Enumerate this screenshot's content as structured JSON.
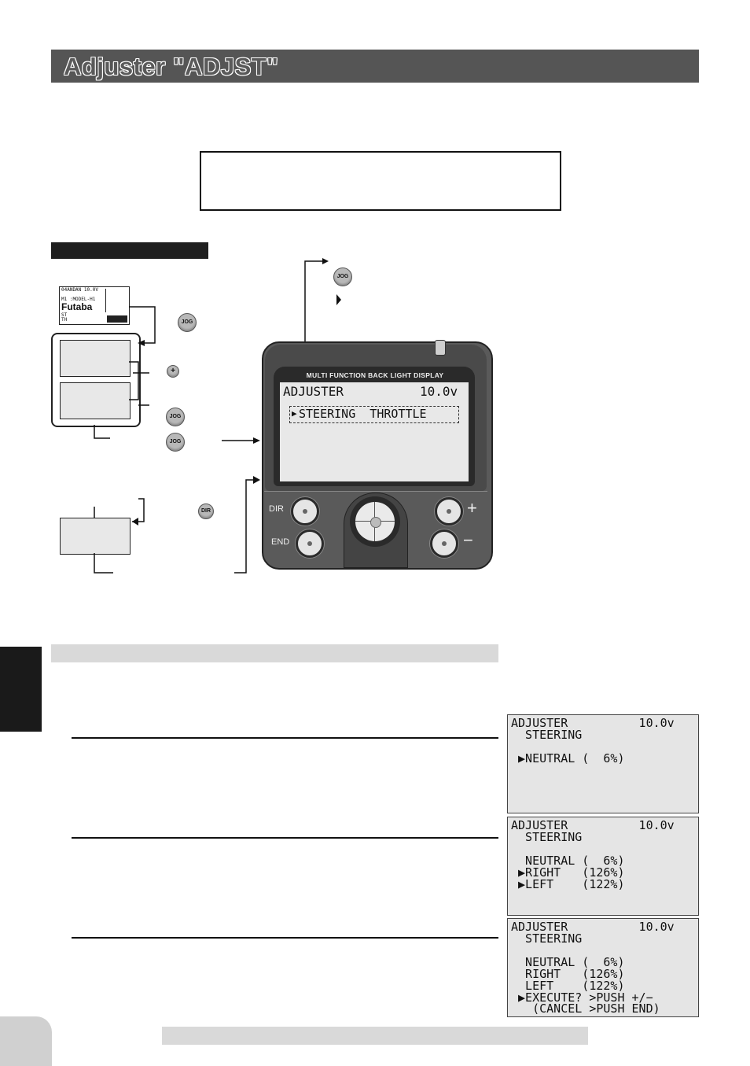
{
  "title": "Adjuster \"ADJST\"",
  "icons": {
    "jog_label": "JOG",
    "plus_label": "+",
    "dir_label": "DIR"
  },
  "home_screen": {
    "line1": "04ANDAN 10.0V",
    "line2": "M1 :MODEL-H1",
    "brand": "Futaba",
    "line4": "ST",
    "line5": "TH"
  },
  "device": {
    "label": "MULTI  FUNCTION  BACK  LIGHT  DISPLAY",
    "screen_title": "ADJUSTER",
    "screen_voltage": "10.0v",
    "screen_row": "STEERING  THROTTLE",
    "dir_label": "DIR",
    "end_label": "END",
    "plus_label": "+",
    "minus_label": "−"
  },
  "lcd_panels": [
    {
      "lines": [
        "ADJUSTER          10.0v",
        "  STEERING",
        "",
        " ▶NEUTRAL (  6%)"
      ]
    },
    {
      "lines": [
        "ADJUSTER          10.0v",
        "  STEERING",
        "",
        "  NEUTRAL (  6%)",
        " ▶RIGHT   (126%)",
        " ▶LEFT    (122%)"
      ]
    },
    {
      "lines": [
        "ADJUSTER          10.0v",
        "  STEERING",
        "",
        "  NEUTRAL (  6%)",
        "  RIGHT   (126%)",
        "  LEFT    (122%)",
        " ▶EXECUTE? >PUSH +/−",
        "   (CANCEL >PUSH END)"
      ]
    }
  ]
}
